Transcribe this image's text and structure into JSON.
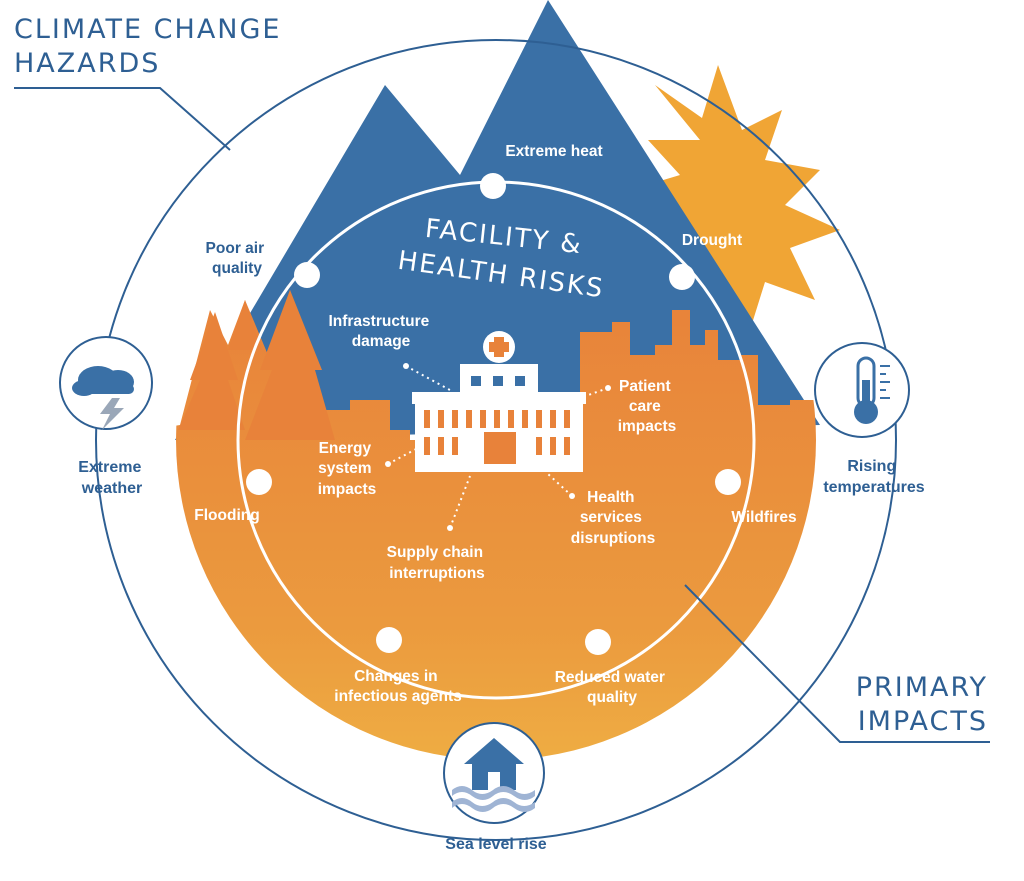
{
  "corner_labels": {
    "hazards_line1": "CLIMATE CHANGE",
    "hazards_line2": "HAZARDS",
    "impacts_line1": "PRIMARY",
    "impacts_line2": "IMPACTS"
  },
  "inner_title": {
    "line1": "FACILITY &",
    "line2": "HEALTH RISKS"
  },
  "hazards": {
    "extreme_weather": [
      "Extreme",
      "weather"
    ],
    "rising_temperatures": [
      "Rising",
      "temperatures"
    ],
    "sea_level_rise": [
      "Sea level rise"
    ]
  },
  "impacts": {
    "extreme_heat": [
      "Extreme heat"
    ],
    "drought": [
      "Drought"
    ],
    "poor_air_quality": [
      "Poor air",
      "quality"
    ],
    "flooding": [
      "Flooding"
    ],
    "wildfires": [
      "Wildfires"
    ],
    "infectious_agents": [
      "Changes in",
      "infectious agents"
    ],
    "water_quality": [
      "Reduced water",
      "quality"
    ]
  },
  "risks": {
    "infrastructure": [
      "Infrastructure",
      "damage"
    ],
    "patient_care": [
      "Patient",
      "care",
      "impacts"
    ],
    "energy": [
      "Energy",
      "system",
      "impacts"
    ],
    "health_services": [
      "Health",
      "services",
      "disruptions"
    ],
    "supply_chain": [
      "Supply chain",
      "interruptions"
    ]
  },
  "colors": {
    "blue": "#3a70a6",
    "blue_dark": "#2e5f93",
    "orange": "#e8823a",
    "yellow": "#f0bb45",
    "sun": "#f0a535",
    "white": "#ffffff"
  },
  "icons": {
    "extreme_weather": "storm-cloud-icon",
    "rising_temperatures": "thermometer-icon",
    "sea_level_rise": "flooded-house-icon",
    "hospital": "hospital-icon"
  }
}
